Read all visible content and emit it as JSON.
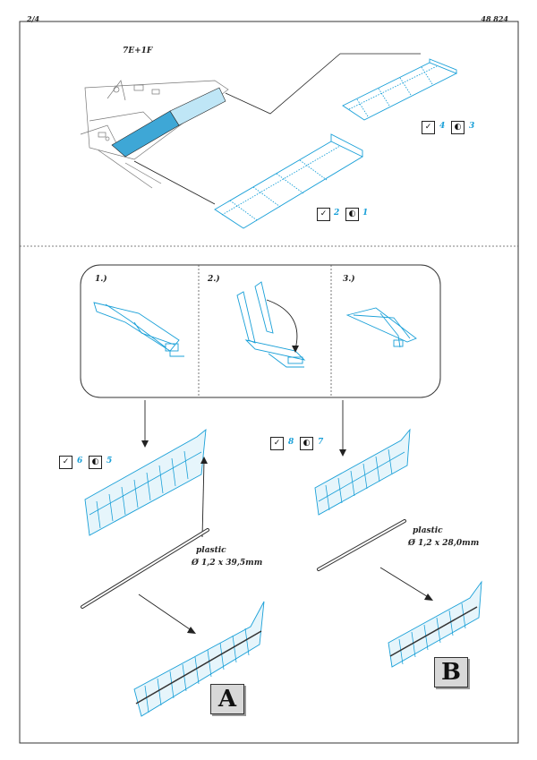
{
  "header": {
    "page": "2/4",
    "doc_number": "48 824"
  },
  "top_section": {
    "variant_label": "7E+1F",
    "part_a": {
      "check_num": "2",
      "mirror_num": "1"
    },
    "part_b": {
      "check_num": "4",
      "mirror_num": "3"
    }
  },
  "steps": [
    {
      "label": "1.)"
    },
    {
      "label": "2.)"
    },
    {
      "label": "3.)"
    }
  ],
  "left_assembly": {
    "check_num": "6",
    "mirror_num": "5",
    "rod_material": "plastic",
    "rod_dimension": "Ø 1,2 x 39,5mm",
    "result_letter": "A"
  },
  "right_assembly": {
    "check_num": "8",
    "mirror_num": "7",
    "rod_material": "plastic",
    "rod_dimension": "Ø 1,2 x 28,0mm",
    "result_letter": "B"
  },
  "colors": {
    "etch_blue": "#1aa0d8",
    "line": "#222222",
    "frame": "#333333"
  },
  "icons": [
    "fold-check-icon",
    "mirror-part-icon"
  ]
}
